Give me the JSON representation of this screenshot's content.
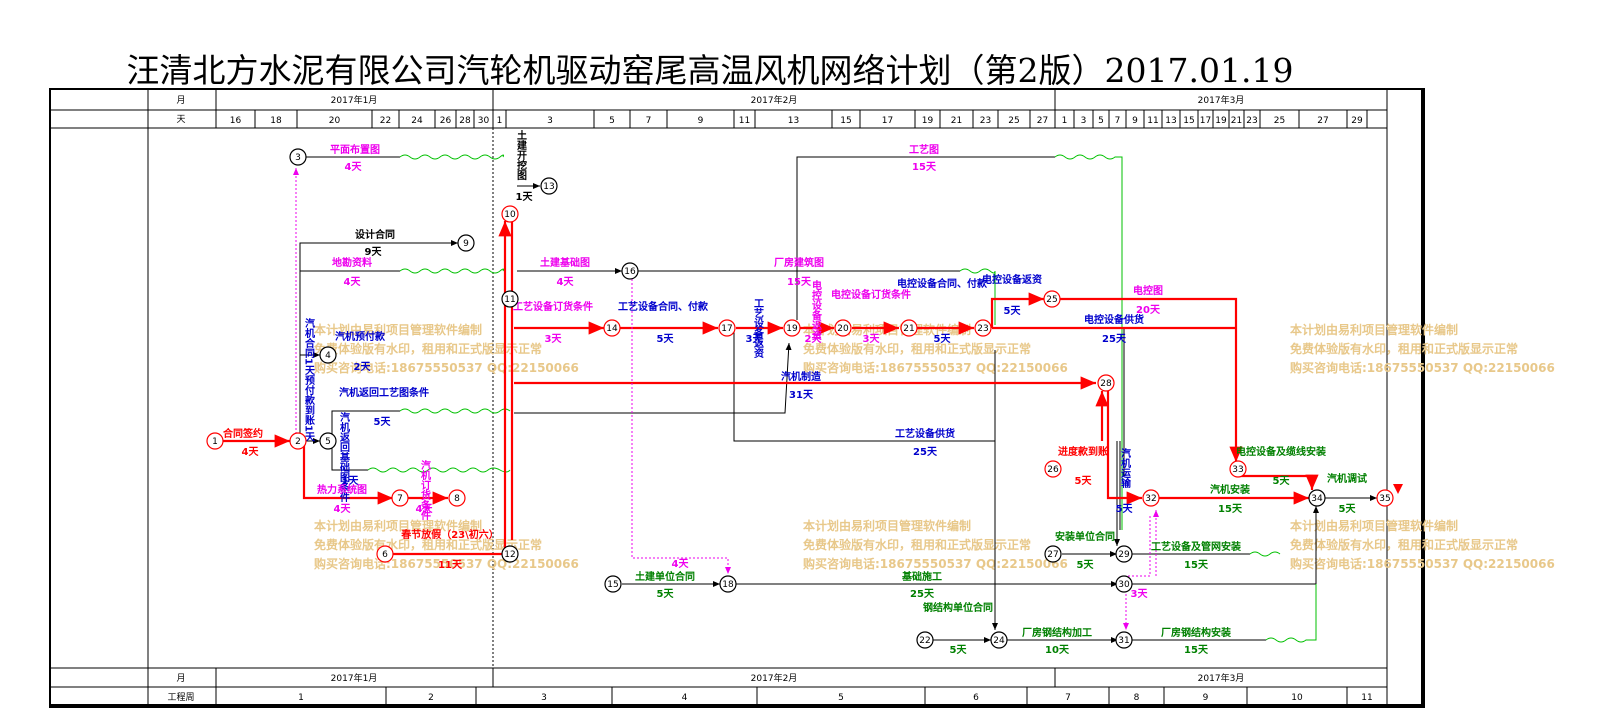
{
  "title": "汪清北方水泥有限公司汽轮机驱动窑尾高温风机网络计划（第2版）2017.01.19",
  "header": {
    "month_label": "月",
    "day_label": "天",
    "week_label": "工程周",
    "months": [
      "2017年1月",
      "2017年2月",
      "2017年3月"
    ],
    "days": [
      "16",
      "18",
      "20",
      "22",
      "24",
      "26",
      "28",
      "30",
      "1",
      "3",
      "5",
      "7",
      "9",
      "11",
      "13",
      "15",
      "17",
      "19",
      "21",
      "23",
      "25",
      "27",
      "1",
      "3",
      "5",
      "7",
      "9",
      "11",
      "13",
      "15",
      "17",
      "19",
      "21",
      "23",
      "25",
      "27",
      "29"
    ],
    "weeks": [
      "1",
      "2",
      "3",
      "4",
      "5",
      "6",
      "7",
      "8",
      "9",
      "10",
      "11"
    ]
  },
  "nodes": [
    "1",
    "2",
    "3",
    "4",
    "5",
    "6",
    "7",
    "8",
    "9",
    "10",
    "11",
    "12",
    "13",
    "14",
    "16",
    "17",
    "18",
    "15",
    "19",
    "20",
    "21",
    "22",
    "23",
    "24",
    "25",
    "26",
    "27",
    "28",
    "29",
    "30",
    "31",
    "32",
    "33",
    "34",
    "35"
  ],
  "activities": {
    "a1": "合同签约",
    "d1": "4天",
    "a2": "平面布置图",
    "d2": "4天",
    "a3": "设计合同",
    "d3": "9天",
    "a4": "地勘资料",
    "d4": "4天",
    "a5": "汽机预付款",
    "d5": "2天",
    "a6": "汽机合同1天预付款到账1天",
    "a7": "汽机返回工艺图条件",
    "d7": "5天",
    "a8": "汽机返回基础图条件",
    "d8": "1天",
    "a9": "汽机订货条件",
    "d9": "4天",
    "a10": "热力系统图",
    "d10": "4天",
    "a11": "春节放假（23\\初六）",
    "d11": "11天",
    "a12": "土建开挖图",
    "d12": "1天",
    "a13": "土建基础图",
    "d13": "4天",
    "a14": "工艺设备订货条件",
    "d14": "3天",
    "a15": "工艺设备合同、付款",
    "d15": "5天",
    "a16": "工艺设备返资",
    "d16": "3天",
    "a17": "工艺图",
    "d17": "15天",
    "a18": "厂房建筑图",
    "d18": "15天",
    "a19": "电控设备返资",
    "d19": "2天",
    "a20": "电控设备订货条件",
    "d20": "3天",
    "a21": "电控设备合同、付款",
    "d21": "5天",
    "a22": "电控设备返资",
    "d22": "5天",
    "a23": "电控图",
    "d23": "20天",
    "a24": "电控设备供货",
    "d24": "25天",
    "a25": "汽机制造",
    "d25": "31天",
    "a26": "工艺设备供货",
    "d26": "25天",
    "a27": "进度款到账",
    "d27": "5天",
    "a28": "汽机运输",
    "d28": "5天",
    "a29": "电控设备及缆线安装",
    "d29": "5天",
    "a30": "汽机安装",
    "d30": "15天",
    "a31": "汽机调试",
    "d31": "5天",
    "a32": "安装单位合同",
    "d32": "5天",
    "a33": "工艺设备及管网安装",
    "d33": "15天",
    "a34": "土建单位合同",
    "d34": "5天",
    "a35": "基础施工",
    "d35": "25天",
    "a36": "钢结构单位合同",
    "d36": "5天",
    "a37": "厂房钢结构加工",
    "d37": "10天",
    "a38": "厂房钢结构安装",
    "d38": "15天",
    "d39": "4天",
    "d40": "3天"
  },
  "watermark": {
    "line1": "本计划由易利项目管理软件编制",
    "line2": "免费体验版有水印，租用和正式版显示正常",
    "line3": "购买咨询电话:18675550537 QQ:22150066"
  },
  "colors": {
    "critical": "#ff0000",
    "magenta": "#ee00ee",
    "blue": "#0000cc",
    "green": "#008000",
    "float": "#00c000"
  }
}
